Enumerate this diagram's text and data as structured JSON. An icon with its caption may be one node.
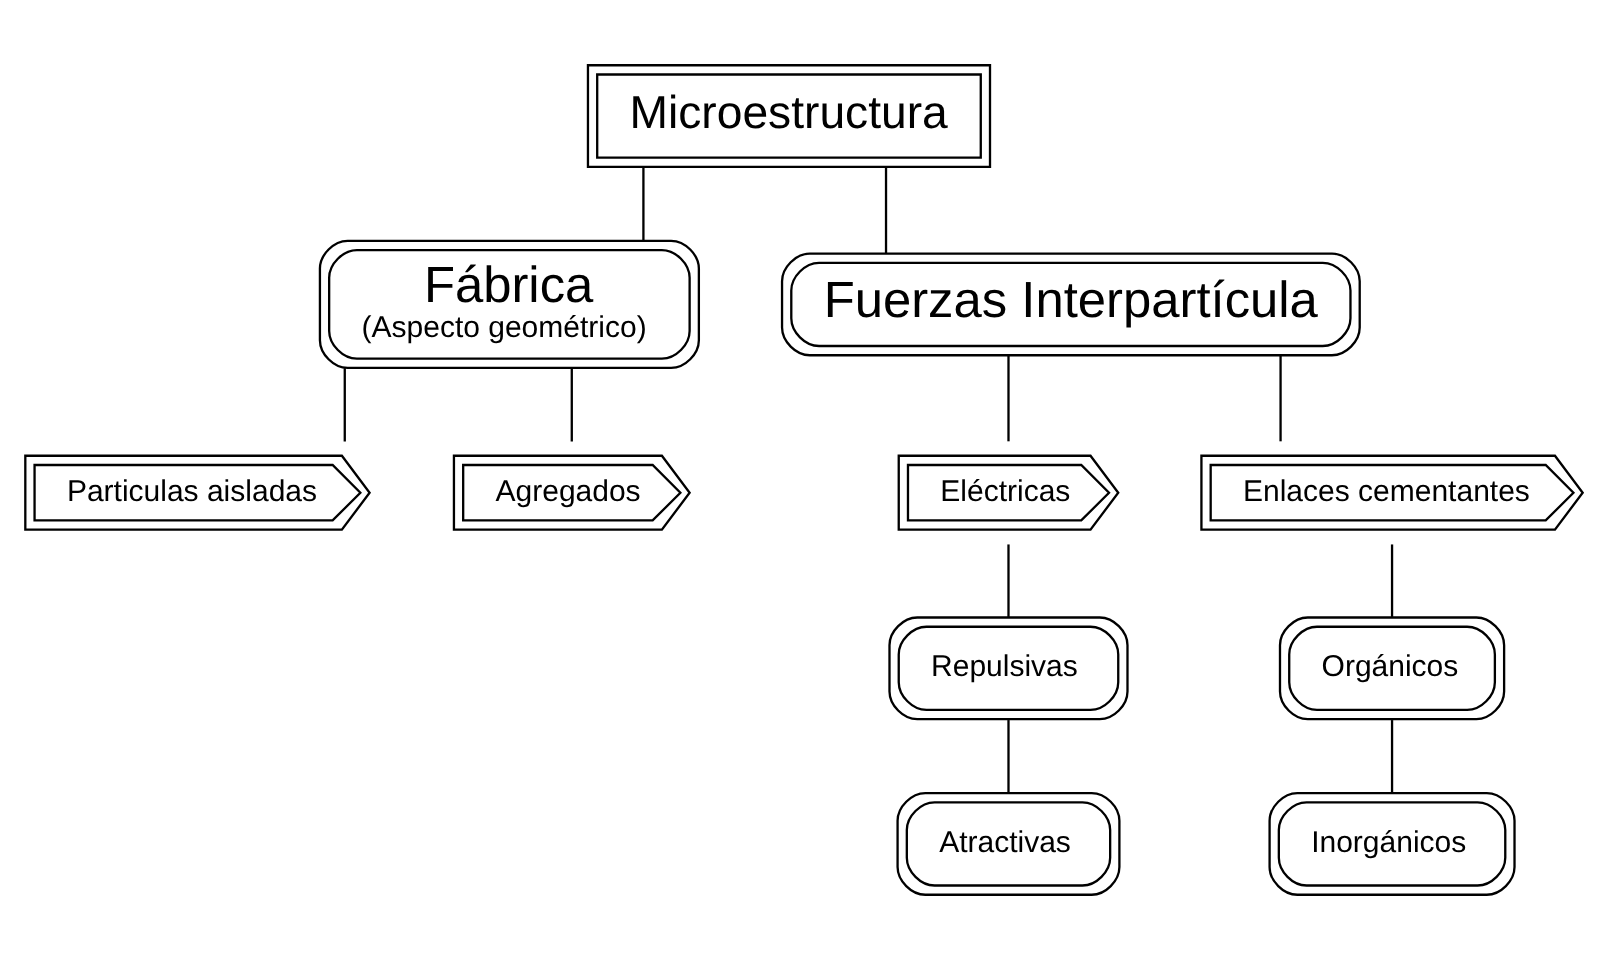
{
  "diagram": {
    "nodes": [
      {
        "text": [
          "Microestructura"
        ]
      },
      {
        "text": [
          "Fábrica",
          "(Aspecto geométrico)"
        ]
      },
      {
        "text": [
          "Fuerzas Interpartícula"
        ]
      },
      {
        "text": [
          "Particulas aisladas"
        ]
      },
      {
        "text": [
          "Agregados"
        ]
      },
      {
        "text": [
          "Eléctricas"
        ]
      },
      {
        "text": [
          "Enlaces cementantes"
        ]
      },
      {
        "text": [
          "Repulsivas"
        ]
      },
      {
        "text": [
          "Orgánicos"
        ]
      },
      {
        "text": [
          "Atractivas"
        ]
      },
      {
        "text": [
          "Inorgánicos"
        ]
      }
    ],
    "edges": [
      {
        "from": 0,
        "to": 1,
        "arrow": "none"
      },
      {
        "from": 0,
        "to": 2,
        "arrow": "none"
      },
      {
        "from": 1,
        "to": 3,
        "arrow": "none"
      },
      {
        "from": 1,
        "to": 4,
        "arrow": "none"
      },
      {
        "from": 2,
        "to": 5,
        "arrow": "none"
      },
      {
        "from": 2,
        "to": 6,
        "arrow": "none"
      },
      {
        "from": 5,
        "to": 7,
        "arrow": "none"
      },
      {
        "from": 7,
        "to": 9,
        "arrow": "none"
      },
      {
        "from": 6,
        "to": 8,
        "arrow": "none"
      },
      {
        "from": 8,
        "to": 10,
        "arrow": "none"
      }
    ]
  }
}
